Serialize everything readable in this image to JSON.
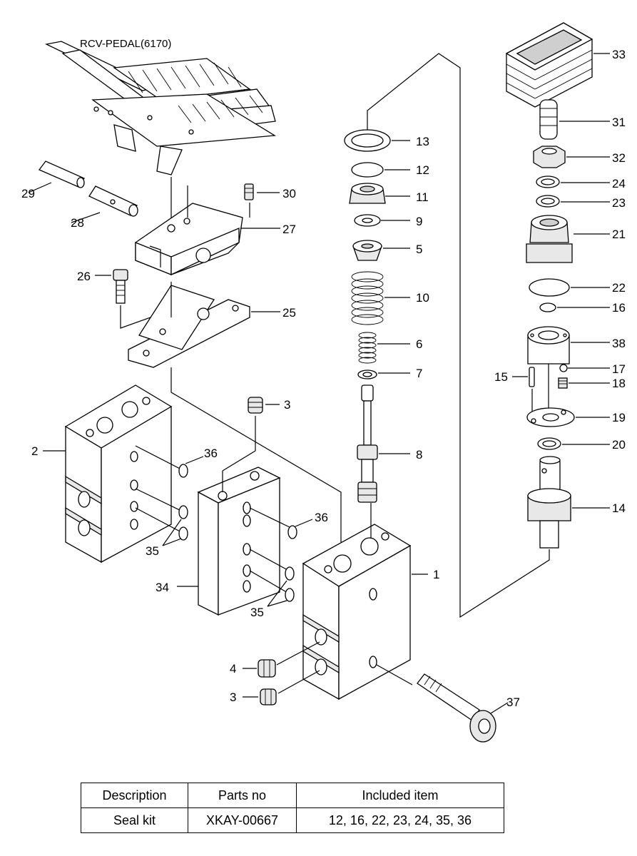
{
  "diagram": {
    "title": "RCV-PEDAL(6170)",
    "callouts": [
      "1",
      "2",
      "3",
      "3",
      "4",
      "5",
      "6",
      "7",
      "8",
      "9",
      "10",
      "11",
      "12",
      "13",
      "14",
      "15",
      "16",
      "17",
      "18",
      "19",
      "20",
      "21",
      "22",
      "23",
      "24",
      "25",
      "26",
      "27",
      "28",
      "29",
      "30",
      "31",
      "32",
      "33",
      "34",
      "35",
      "35",
      "36",
      "36",
      "37",
      "38"
    ]
  },
  "table": {
    "headers": [
      "Description",
      "Parts no",
      "Included item"
    ],
    "rows": [
      [
        "Seal kit",
        "XKAY-00667",
        "12, 16, 22, 23, 24, 35, 36"
      ]
    ]
  }
}
